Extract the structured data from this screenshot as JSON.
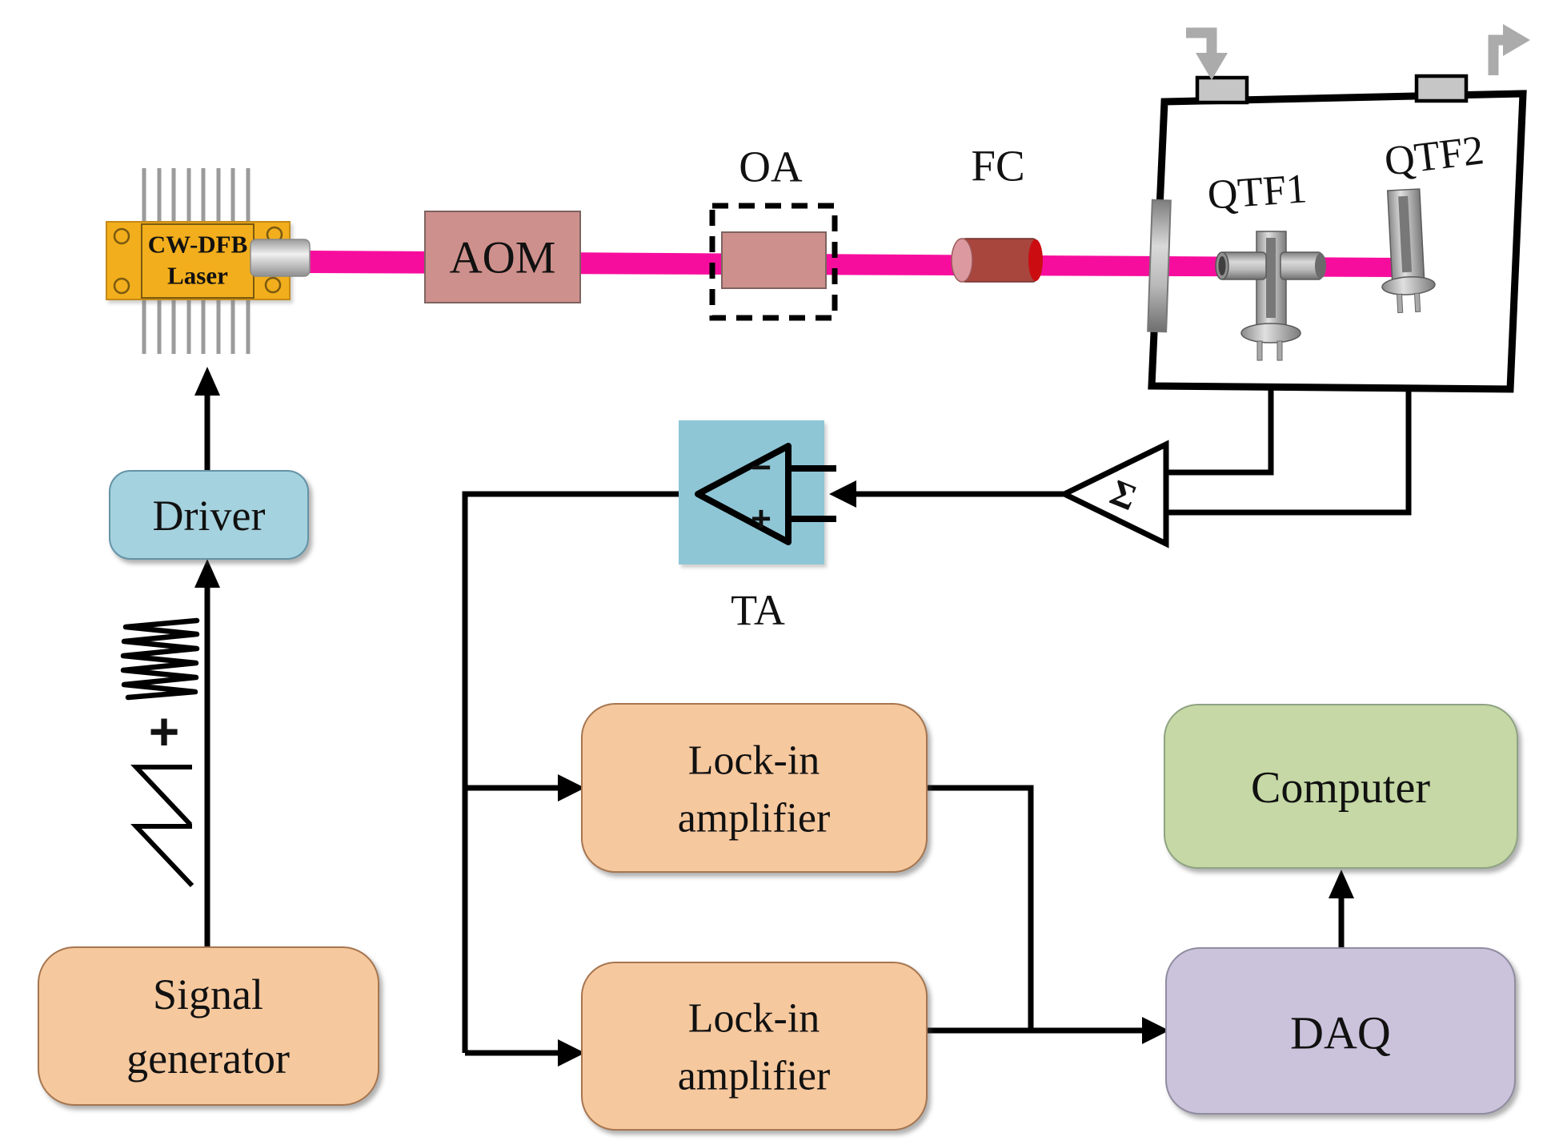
{
  "laser": {
    "line1": "CW-DFB",
    "line2": "Laser"
  },
  "aom": {
    "label": "AOM"
  },
  "oa": {
    "label": "OA"
  },
  "fc": {
    "label": "FC"
  },
  "cell": {
    "qtf1": "QTF1",
    "qtf2": "QTF2"
  },
  "summator": {
    "symbol": "Σ"
  },
  "ta": {
    "label": "TA",
    "minus": "−",
    "plus": "+"
  },
  "driver": {
    "label": "Driver"
  },
  "waveforms": {
    "plus": "+"
  },
  "signal_generator": {
    "line1": "Signal",
    "line2": "generator"
  },
  "lockin1": {
    "line1": "Lock-in",
    "line2": "amplifier"
  },
  "lockin2": {
    "line1": "Lock-in",
    "line2": "amplifier"
  },
  "daq": {
    "label": "DAQ"
  },
  "computer": {
    "label": "Computer"
  },
  "colors": {
    "beam": "#F70D9D",
    "rose": "#CE908C",
    "peach": "#F6C89E",
    "driver_blue": "#A5D2DF",
    "ta_blue": "#8EC6D6",
    "green": "#C5D8A5",
    "lavender": "#CBC3DC",
    "laser_yellow": "#F2AE1C",
    "fc_body": "#A8453D",
    "gray_arrow": "#ABABAB"
  }
}
